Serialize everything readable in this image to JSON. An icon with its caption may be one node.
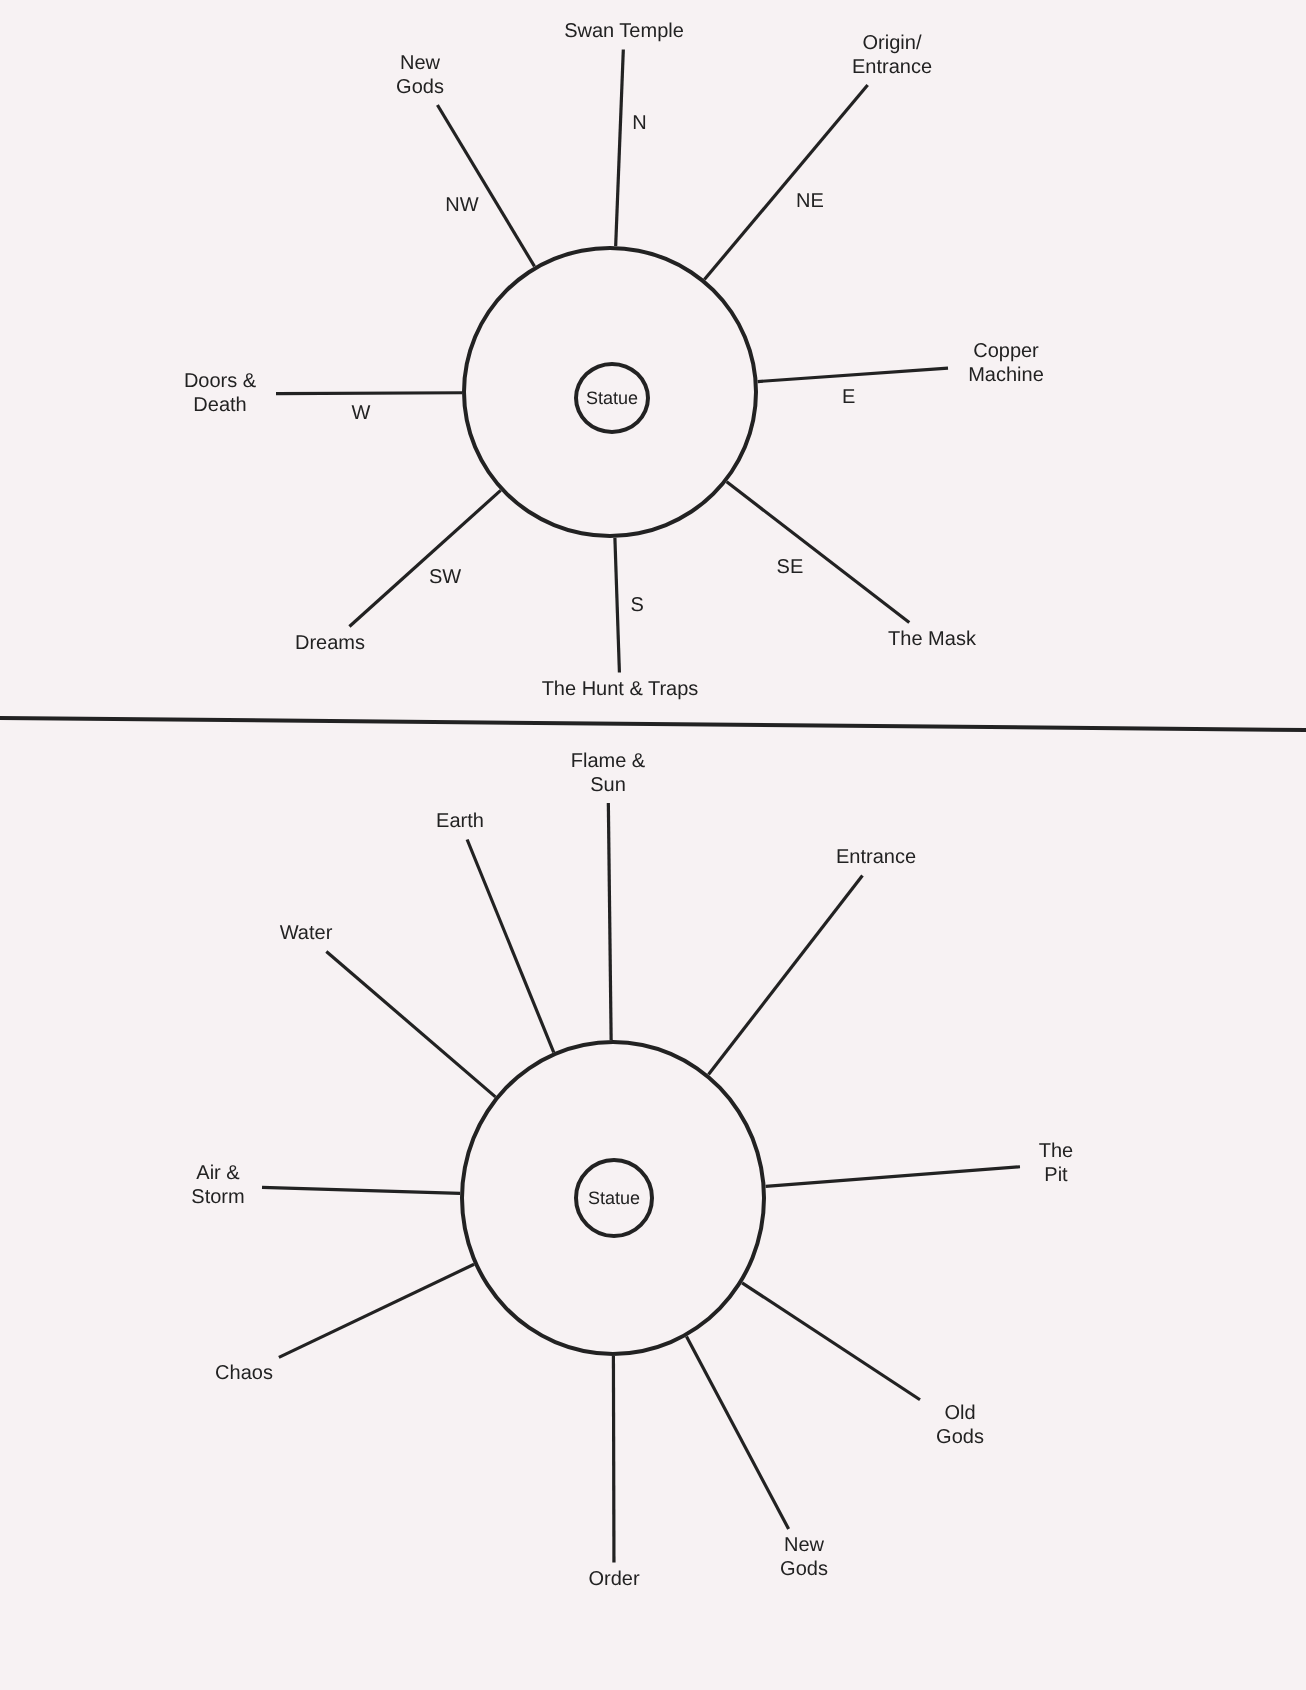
{
  "diagram": {
    "nodes": [
      {
        "text": [],
        "shape": "circle"
      },
      {
        "text": [
          "Statue"
        ],
        "in": 0
      },
      {
        "text": [
          "Swan Temple"
        ]
      },
      {
        "text": [
          "New Gods"
        ]
      },
      {
        "text": [
          "Origin/ Entrance"
        ]
      },
      {
        "text": [
          "Doors & Death"
        ]
      },
      {
        "text": [
          "Copper Machine"
        ]
      },
      {
        "text": [
          "Dreams"
        ]
      },
      {
        "text": [
          "The Mask"
        ]
      },
      {
        "text": [
          "The Hunt & Traps"
        ]
      },
      {
        "text": [],
        "shape": "circle"
      },
      {
        "text": [
          "Statue"
        ],
        "in": 10
      },
      {
        "text": [
          "Flame & Sun"
        ]
      },
      {
        "text": [
          "Earth"
        ]
      },
      {
        "text": [
          "Entrance"
        ]
      },
      {
        "text": [
          "Water"
        ]
      },
      {
        "text": [
          "Air & Storm"
        ]
      },
      {
        "text": [
          "The Pit"
        ]
      },
      {
        "text": [
          "Chaos"
        ]
      },
      {
        "text": [
          "Old Gods"
        ]
      },
      {
        "text": [
          "New Gods"
        ]
      },
      {
        "text": [
          "Order"
        ]
      }
    ],
    "edges": [
      {
        "from": 0,
        "to": 2,
        "arrow": "none",
        "label": "N"
      },
      {
        "from": 0,
        "to": 3,
        "arrow": "none",
        "label": "NW"
      },
      {
        "from": 0,
        "to": 4,
        "arrow": "none",
        "label": "NE"
      },
      {
        "from": 0,
        "to": 5,
        "arrow": "none",
        "label": "W"
      },
      {
        "from": 0,
        "to": 6,
        "arrow": "none",
        "label": "E"
      },
      {
        "from": 0,
        "to": 7,
        "arrow": "none",
        "label": "SW"
      },
      {
        "from": 0,
        "to": 8,
        "arrow": "none",
        "label": "SE"
      },
      {
        "from": 0,
        "to": 9,
        "arrow": "none",
        "label": "S"
      },
      {
        "from": 10,
        "to": 12,
        "arrow": "none"
      },
      {
        "from": 10,
        "to": 13,
        "arrow": "none"
      },
      {
        "from": 10,
        "to": 14,
        "arrow": "none"
      },
      {
        "from": 10,
        "to": 15,
        "arrow": "none"
      },
      {
        "from": 10,
        "to": 16,
        "arrow": "none"
      },
      {
        "from": 10,
        "to": 17,
        "arrow": "none"
      },
      {
        "from": 10,
        "to": 18,
        "arrow": "none"
      },
      {
        "from": 10,
        "to": 19,
        "arrow": "none"
      },
      {
        "from": 10,
        "to": 20,
        "arrow": "none"
      },
      {
        "from": 10,
        "to": 21,
        "arrow": "none"
      }
    ]
  }
}
